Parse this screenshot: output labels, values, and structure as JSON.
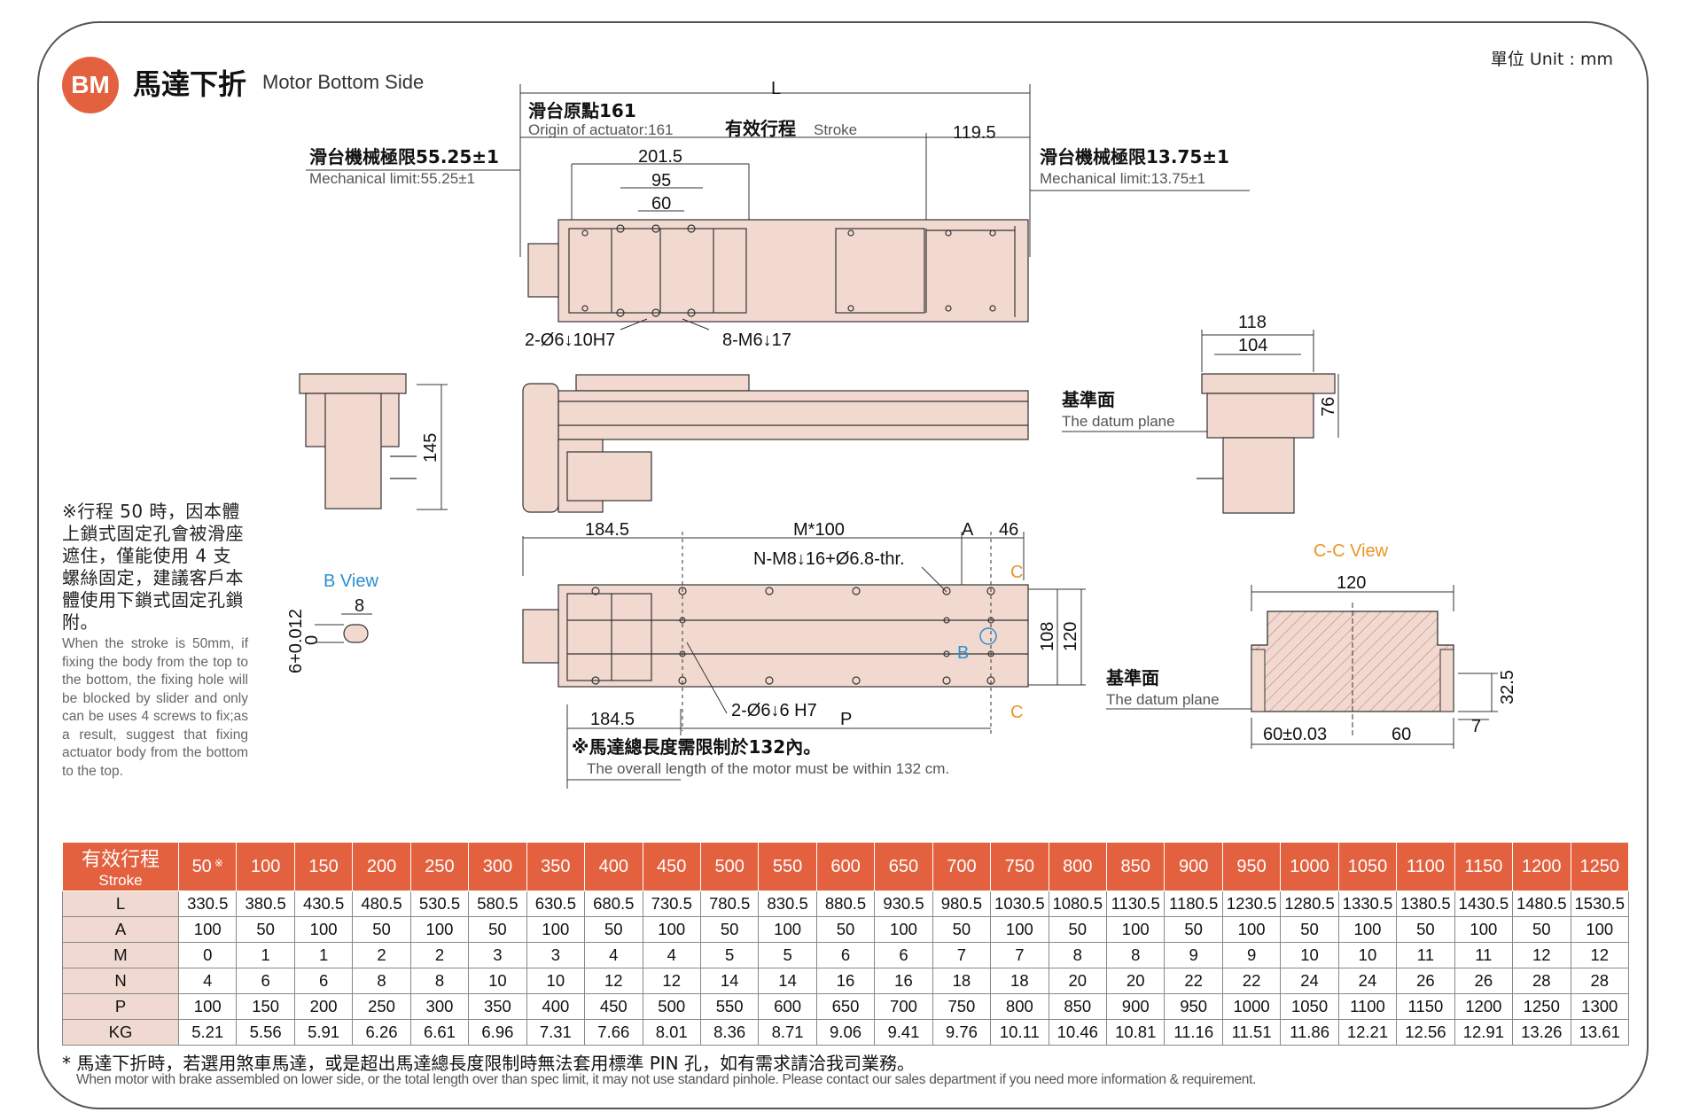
{
  "header": {
    "badge": "BM",
    "title_cn": "馬達下折",
    "title_en": "Motor Bottom Side",
    "unit": "單位 Unit : mm"
  },
  "diagram": {
    "L": "L",
    "origin_cn": "滑台原點161",
    "origin_en": "Origin of actuator:161",
    "stroke_cn": "有效行程",
    "stroke_en": "Stroke",
    "d119_5": "119.5",
    "mech_left_cn": "滑台機械極限55.25±1",
    "mech_left_en": "Mechanical limit:55.25±1",
    "mech_right_cn": "滑台機械極限13.75±1",
    "mech_right_en": "Mechanical limit:13.75±1",
    "d201_5": "201.5",
    "d95": "95",
    "d60": "60",
    "hole1": "2-Ø6↓10H7",
    "hole2": "8-M6↓17",
    "d145": "145",
    "d118": "118",
    "d104": "104",
    "d76": "76",
    "datum_cn": "基準面",
    "datum_en": "The datum plane",
    "d184_5_top": "184.5",
    "m100": "M*100",
    "a": "A",
    "d46": "46",
    "nm8": "N-M8↓16+Ø6.8-thr.",
    "c": "C",
    "b": "B",
    "d108": "108",
    "d120_side": "120",
    "hole3": "2-Ø6↓6 H7",
    "p": "P",
    "d184_5_bot": "184.5",
    "motor_note_cn": "※馬達總長度需限制於132內。",
    "motor_note_en": "The overall length of the motor must be within 132 cm.",
    "b_view": "B View",
    "d8": "8",
    "tol": "6+0.012",
    "tol0": "0",
    "cc_view": "C-C View",
    "d120": "120",
    "d32_5": "32.5",
    "d7": "7",
    "d60_003": "60±0.03",
    "d60b": "60",
    "body_color": "#f2d9d0",
    "accent": "#e3613f",
    "b_view_color": "#2a8fd0",
    "c_color": "#e8962a"
  },
  "note": {
    "cn": "※行程 50 時，因本體上鎖式固定孔會被滑座遮住，僅能使用 4 支螺絲固定，建議客戶本體使用下鎖式固定孔鎖附。",
    "en": "When the stroke is 50mm, if fixing the body from the top to the bottom, the fixing hole will be blocked by slider and only can be uses 4 screws to fix;as a result, suggest that fixing actuator body from the bottom to the top."
  },
  "table": {
    "header_cn": "有效行程",
    "header_en": "Stroke",
    "first_mark": "※",
    "strokes": [
      "50",
      "100",
      "150",
      "200",
      "250",
      "300",
      "350",
      "400",
      "450",
      "500",
      "550",
      "600",
      "650",
      "700",
      "750",
      "800",
      "850",
      "900",
      "950",
      "1000",
      "1050",
      "1100",
      "1150",
      "1200",
      "1250"
    ],
    "rows": [
      {
        "label": "L",
        "values": [
          "330.5",
          "380.5",
          "430.5",
          "480.5",
          "530.5",
          "580.5",
          "630.5",
          "680.5",
          "730.5",
          "780.5",
          "830.5",
          "880.5",
          "930.5",
          "980.5",
          "1030.5",
          "1080.5",
          "1130.5",
          "1180.5",
          "1230.5",
          "1280.5",
          "1330.5",
          "1380.5",
          "1430.5",
          "1480.5",
          "1530.5"
        ]
      },
      {
        "label": "A",
        "values": [
          "100",
          "50",
          "100",
          "50",
          "100",
          "50",
          "100",
          "50",
          "100",
          "50",
          "100",
          "50",
          "100",
          "50",
          "100",
          "50",
          "100",
          "50",
          "100",
          "50",
          "100",
          "50",
          "100",
          "50",
          "100"
        ]
      },
      {
        "label": "M",
        "values": [
          "0",
          "1",
          "1",
          "2",
          "2",
          "3",
          "3",
          "4",
          "4",
          "5",
          "5",
          "6",
          "6",
          "7",
          "7",
          "8",
          "8",
          "9",
          "9",
          "10",
          "10",
          "11",
          "11",
          "12",
          "12"
        ]
      },
      {
        "label": "N",
        "values": [
          "4",
          "6",
          "6",
          "8",
          "8",
          "10",
          "10",
          "12",
          "12",
          "14",
          "14",
          "16",
          "16",
          "18",
          "18",
          "20",
          "20",
          "22",
          "22",
          "24",
          "24",
          "26",
          "26",
          "28",
          "28"
        ]
      },
      {
        "label": "P",
        "values": [
          "100",
          "150",
          "200",
          "250",
          "300",
          "350",
          "400",
          "450",
          "500",
          "550",
          "600",
          "650",
          "700",
          "750",
          "800",
          "850",
          "900",
          "950",
          "1000",
          "1050",
          "1100",
          "1150",
          "1200",
          "1250",
          "1300"
        ]
      },
      {
        "label": "KG",
        "values": [
          "5.21",
          "5.56",
          "5.91",
          "6.26",
          "6.61",
          "6.96",
          "7.31",
          "7.66",
          "8.01",
          "8.36",
          "8.71",
          "9.06",
          "9.41",
          "9.76",
          "10.11",
          "10.46",
          "10.81",
          "11.16",
          "11.51",
          "11.86",
          "12.21",
          "12.56",
          "12.91",
          "13.26",
          "13.61"
        ]
      }
    ]
  },
  "footer": {
    "cn": "* 馬達下折時，若選用煞車馬達，或是超出馬達總長度限制時無法套用標準 PIN 孔，如有需求請洽我司業務。",
    "en": "When motor with brake assembled on lower side, or the total length over than spec limit, it may not use standard pinhole. Please contact our sales department if you need more information & requirement."
  }
}
